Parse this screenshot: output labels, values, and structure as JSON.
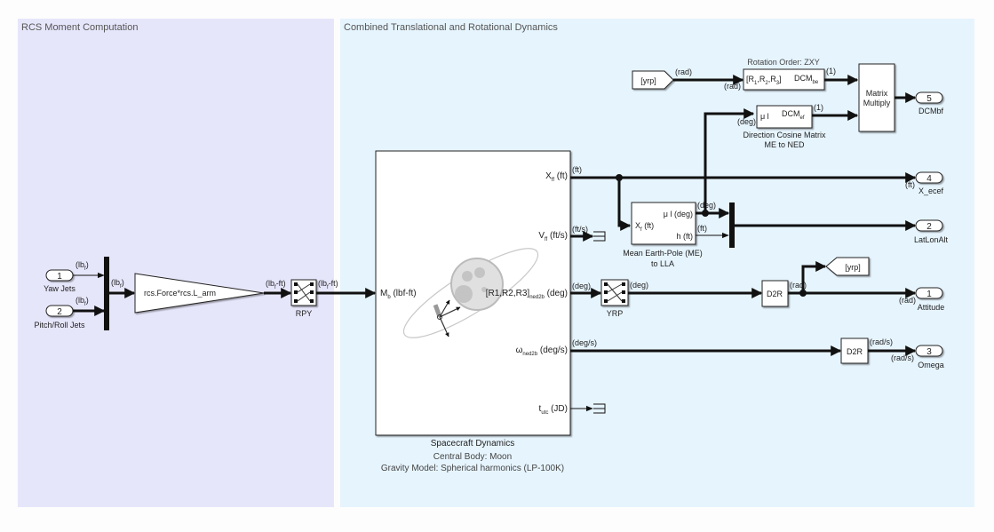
{
  "areas": {
    "rcs": {
      "title": "RCS Moment Computation",
      "color": "#e6e6fb"
    },
    "dynamics": {
      "title": "Combined Translational and Rotational Dynamics",
      "color": "#e6f4fd"
    }
  },
  "inports": [
    {
      "number": "1",
      "name": "Yaw Jets",
      "unit": "(lb",
      "unit_sub": "f",
      "unit_end": ")"
    },
    {
      "number": "2",
      "name": "Pitch/Roll Jets",
      "unit": "(lb",
      "unit_sub": "f",
      "unit_end": ")"
    }
  ],
  "mux_rcs": {
    "out_unit": "(lb",
    "out_unit_sub": "f",
    "out_unit_end": ")"
  },
  "gain": {
    "expression": "rcs.Force*rcs.L_arm",
    "out_unit": "(lb",
    "out_unit_sub": "f",
    "out_unit_end": "-ft)"
  },
  "selector_rpy": {
    "name": "RPY",
    "out_unit": "(lb",
    "out_unit_sub": "f",
    "out_unit_end": "-ft)"
  },
  "spacecraft": {
    "name": "Spacecraft Dynamics",
    "central_body": "Central Body: Moon",
    "gravity_model": "Gravity Model: Spherical harmonics (LP-100K)",
    "input": {
      "label": "M",
      "sub": "b",
      "unit": " (lbf-ft)"
    },
    "outputs": [
      {
        "label": "X",
        "sub": "ff",
        "unit": " (ft)",
        "signal": "(ft)"
      },
      {
        "label": "V",
        "sub": "ff",
        "unit": " (ft/s)",
        "signal": "(ft/s)"
      },
      {
        "label": "[R1,R2,R3]",
        "sub": "ned2b",
        "unit": " (deg)",
        "signal": "(deg)"
      },
      {
        "label": "ω",
        "sub": "ned2b",
        "unit": " (deg/s)",
        "signal": "(deg/s)"
      },
      {
        "label": "t",
        "sub": "utc",
        "unit": " (JD)",
        "signal": ""
      }
    ]
  },
  "selector_yrp": {
    "name": "YRP",
    "out_unit": "(deg)"
  },
  "lla_block": {
    "name_line1": "Mean Earth-Pole (ME)",
    "name_line2": "to LLA",
    "input": {
      "label": "X",
      "sub": "f",
      "unit": " (ft)"
    },
    "outputs": [
      {
        "label": "μ l (deg)",
        "signal": "(deg)"
      },
      {
        "label": "h (ft)",
        "signal": "(ft)"
      }
    ]
  },
  "dcm_ef": {
    "name_line1": "Direction Cosine Matrix",
    "name_line2": "ME to NED",
    "in_label": "μ l",
    "out_label": "DCM",
    "out_sub": "ef",
    "in_unit": "(deg)",
    "out_unit": "(1)"
  },
  "goto_from": {
    "from_tag": "[yrp]",
    "goto_tag": "[yrp]",
    "from_unit": "(rad)"
  },
  "dcm_be": {
    "title": "Rotation Order: ZXY",
    "in_label": "[R",
    "out_label": "DCM",
    "out_sub": "be",
    "in_unit": "(rad)",
    "out_unit": "(1)"
  },
  "matmul": {
    "line1": "Matrix",
    "line2": "Multiply"
  },
  "d2r_attitude": {
    "name": "D2R",
    "out_unit": "(rad)"
  },
  "d2r_omega": {
    "name": "D2R",
    "out_unit": "(rad/s)"
  },
  "outports": [
    {
      "number": "5",
      "name": "DCMbf",
      "unit": ""
    },
    {
      "number": "4",
      "name": "X_ecef",
      "unit": "(ft)"
    },
    {
      "number": "2",
      "name": "LatLonAlt",
      "unit": ""
    },
    {
      "number": "1",
      "name": "Attitude",
      "unit": "(rad)"
    },
    {
      "number": "3",
      "name": "Omega",
      "unit": "(rad/s)"
    }
  ]
}
